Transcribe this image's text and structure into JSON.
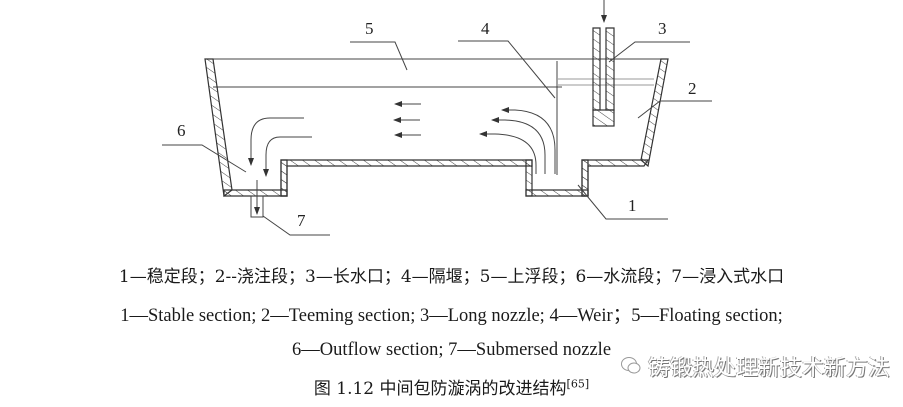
{
  "diagram": {
    "labels": {
      "l1": "1",
      "l2": "2",
      "l3": "3",
      "l4": "4",
      "l5": "5",
      "l6": "6",
      "l7": "7"
    }
  },
  "legend": {
    "chinese": "1—稳定段；2--浇注段；3—长水口；4—隔堰；5—上浮段；6—水流段；7—浸入式水口",
    "english_line1": "1—Stable section; 2—Teeming section; 3—Long nozzle; 4—Weir；5—Floating section;",
    "english_line2": "6—Outflow section; 7—Submersed nozzle"
  },
  "figure": {
    "title": "图 1.12  中间包防漩涡的改进结构",
    "reference": "[65]"
  },
  "watermark": {
    "icon": "wechat-icon",
    "text": "铸锻热处理新技术新方法"
  }
}
